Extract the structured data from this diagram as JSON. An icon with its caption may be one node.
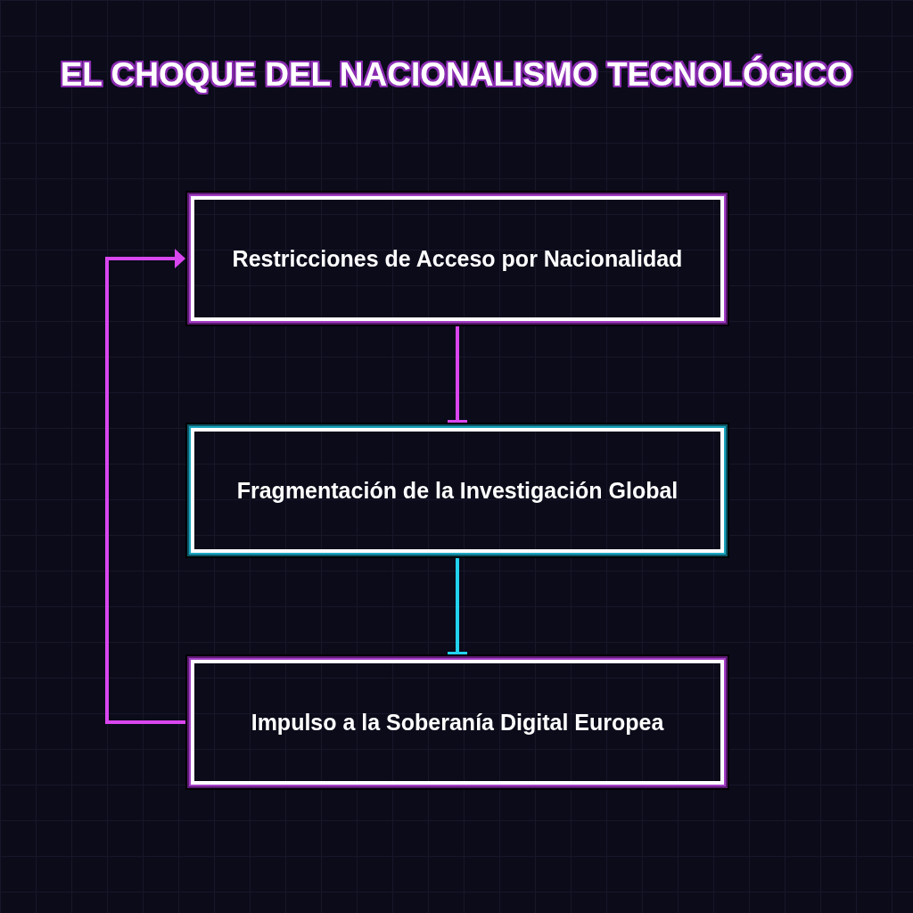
{
  "diagram": {
    "title": "EL CHOQUE DEL NACIONALISMO TECNOLÓGICO",
    "nodes": [
      {
        "text": [
          "Restricciones de Acceso por Nacionalidad"
        ]
      },
      {
        "text": [
          "Fragmentación de la Investigación Global"
        ]
      },
      {
        "text": [
          "Impulso a la Soberanía Digital Europea"
        ]
      }
    ],
    "edges": [
      {
        "from": 0,
        "to": 1,
        "arrow": "other"
      },
      {
        "from": 1,
        "to": 2,
        "arrow": "other",
        "color": "#22d3ee"
      },
      {
        "from": 2,
        "to": 0,
        "arrow": "to"
      }
    ]
  }
}
